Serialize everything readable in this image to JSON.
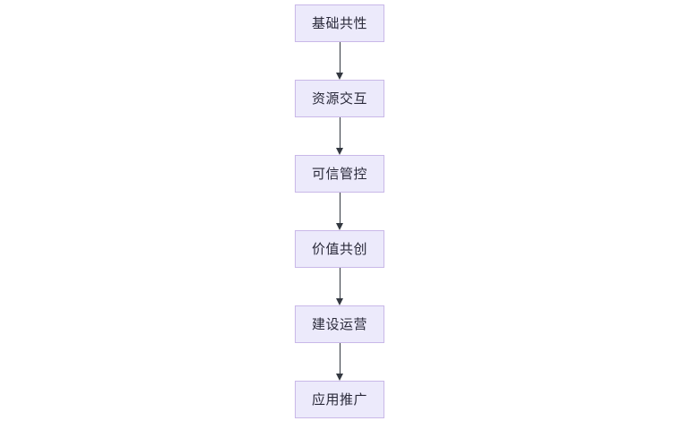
{
  "diagram": {
    "type": "vertical-flowchart",
    "title": "",
    "orientation": "top-to-bottom",
    "background_color": "#FFFFFF",
    "node_fill_color": "#ECEAFB",
    "node_border_color": "#C9B8E8",
    "node_text_color": "#2A2A3A",
    "connector_color": "#333840",
    "nodes": [
      {
        "id": "node-1",
        "label": "基础共性"
      },
      {
        "id": "node-2",
        "label": "资源交互"
      },
      {
        "id": "node-3",
        "label": "可信管控"
      },
      {
        "id": "node-4",
        "label": "价值共创"
      },
      {
        "id": "node-5",
        "label": "建设运营"
      },
      {
        "id": "node-6",
        "label": "应用推广"
      }
    ],
    "edges": [
      {
        "id": "edge-1",
        "from": "node-1",
        "to": "node-2",
        "arrow": "arrow-down-icon"
      },
      {
        "id": "edge-2",
        "from": "node-2",
        "to": "node-3",
        "arrow": "arrow-down-icon"
      },
      {
        "id": "edge-3",
        "from": "node-3",
        "to": "node-4",
        "arrow": "arrow-down-icon"
      },
      {
        "id": "edge-4",
        "from": "node-4",
        "to": "node-5",
        "arrow": "arrow-down-icon"
      },
      {
        "id": "edge-5",
        "from": "node-5",
        "to": "node-6",
        "arrow": "arrow-down-icon"
      }
    ]
  }
}
